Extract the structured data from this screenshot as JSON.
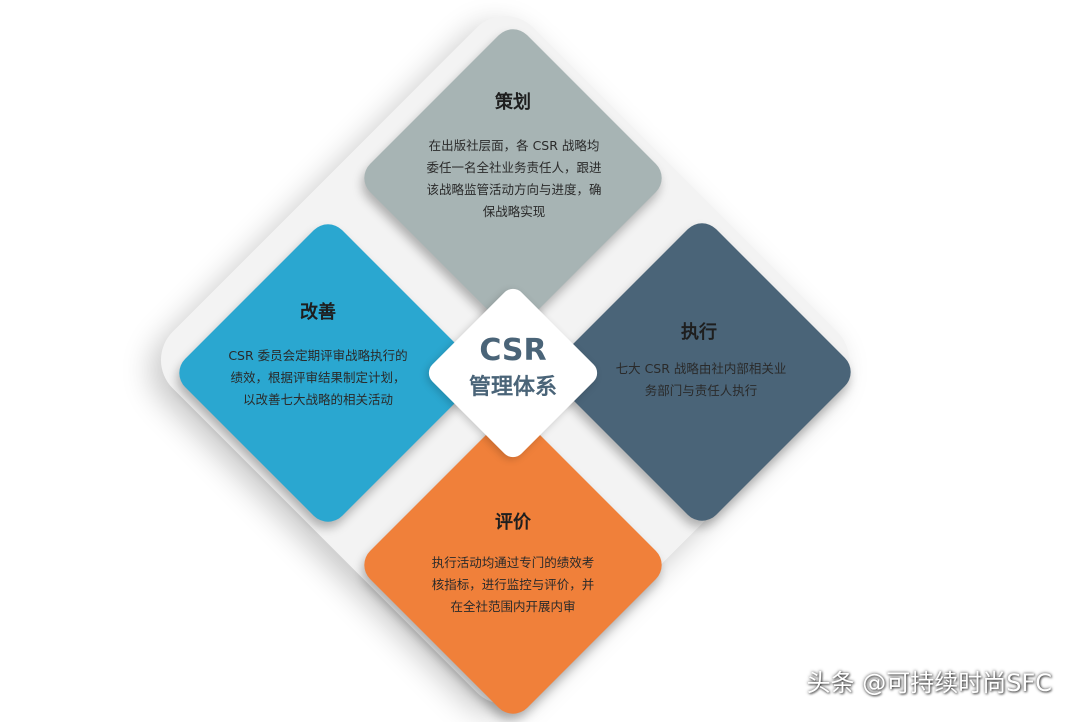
{
  "diagram": {
    "center": {
      "line1": "CSR",
      "line2": "管理体系",
      "color": "#4a6478"
    },
    "quadrants": {
      "top": {
        "title": "策划",
        "text": "在出版社层面，各 CSR 战略均委任一名全社业务责任人，跟进该战略监管活动方向与进度，确保战略实现",
        "color": "#a7b4b4"
      },
      "left": {
        "title": "改善",
        "text": "CSR 委员会定期评审战略执行的绩效，根据评审结果制定计划，以改善七大战略的相关活动",
        "color": "#2aa7d0"
      },
      "right": {
        "title": "执行",
        "text": "七大 CSR 战略由社内部相关业务部门与责任人执行",
        "color": "#4a6478"
      },
      "bottom": {
        "title": "评价",
        "text": "执行活动均通过专门的绩效考核指标，进行监控与评价，并在全社范围内开展内审",
        "color": "#f0803a"
      }
    }
  },
  "watermark": "头条 @可持续时尚SFC"
}
